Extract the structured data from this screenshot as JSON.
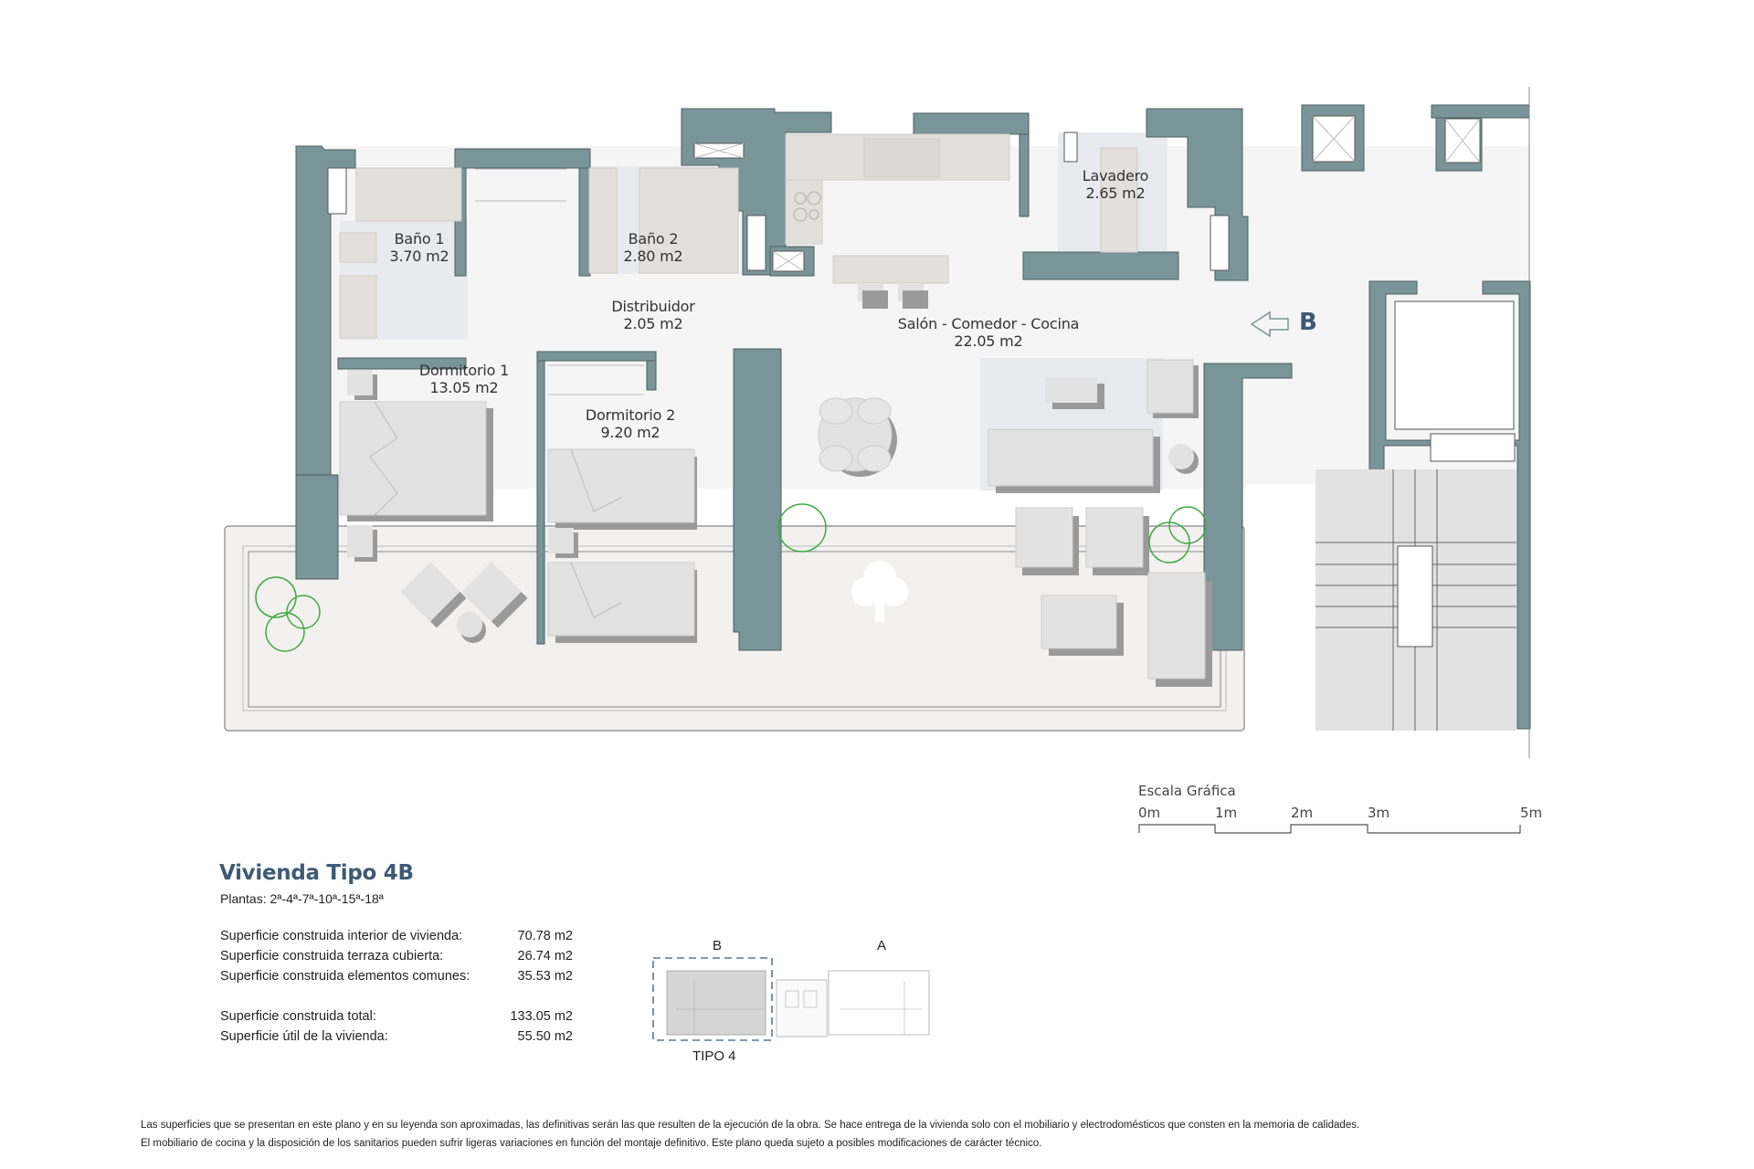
{
  "plan": {
    "title": "Vivienda Tipo 4B",
    "floors": "Plantas: 2ª-4ª-7ª-10ª-15ª-18ª",
    "entry_marker": "B",
    "rooms": [
      {
        "name": "Baño 1",
        "area": "3.70 m2"
      },
      {
        "name": "Baño 2",
        "area": "2.80 m2"
      },
      {
        "name": "Distribuidor",
        "area": "2.05 m2"
      },
      {
        "name": "Salón - Comedor - Cocina",
        "area": "22.05 m2"
      },
      {
        "name": "Lavadero",
        "area": "2.65 m2"
      },
      {
        "name": "Dormitorio 1",
        "area": "13.05 m2"
      },
      {
        "name": "Dormitorio 2",
        "area": "9.20 m2"
      }
    ],
    "colors": {
      "wall": "#7a9599",
      "title": "#3d5a76",
      "floor": "#f5f5f5",
      "wet_floor": "#e9eaef",
      "furniture": "#e2e2e2",
      "furniture_shadow": "#9a9a9a",
      "plants": "#3faa3f"
    }
  },
  "areas": [
    {
      "label": "Superficie construida interior de vivienda:",
      "value": "70.78 m2"
    },
    {
      "label": "Superficie construida terraza cubierta:",
      "value": "26.74 m2"
    },
    {
      "label": "Superficie construida elementos comunes:",
      "value": "35.53 m2"
    },
    {
      "label": "Superficie construida total:",
      "value": "133.05 m2"
    },
    {
      "label": "Superficie útil de la vivienda:",
      "value": "55.50 m2"
    }
  ],
  "scale": {
    "title": "Escala Gráfica",
    "ticks": [
      "0m",
      "1m",
      "2m",
      "3m",
      "5m"
    ]
  },
  "key_plan": {
    "label_b": "B",
    "label_a": "A",
    "caption": "TIPO 4"
  },
  "disclaimer": [
    "Las superficies que se presentan en este plano y en su leyenda son aproximadas, las definitivas serán las que resulten de la ejecución de la obra. Se hace entrega de la vivienda solo con el mobiliario y electrodomésticos que consten en la memoria de calidades.",
    "El mobiliario de cocina y la disposición de los sanitarios pueden sufrir ligeras variaciones en función del montaje definitivo. Este plano queda sujeto a posibles modificaciones de carácter técnico."
  ]
}
